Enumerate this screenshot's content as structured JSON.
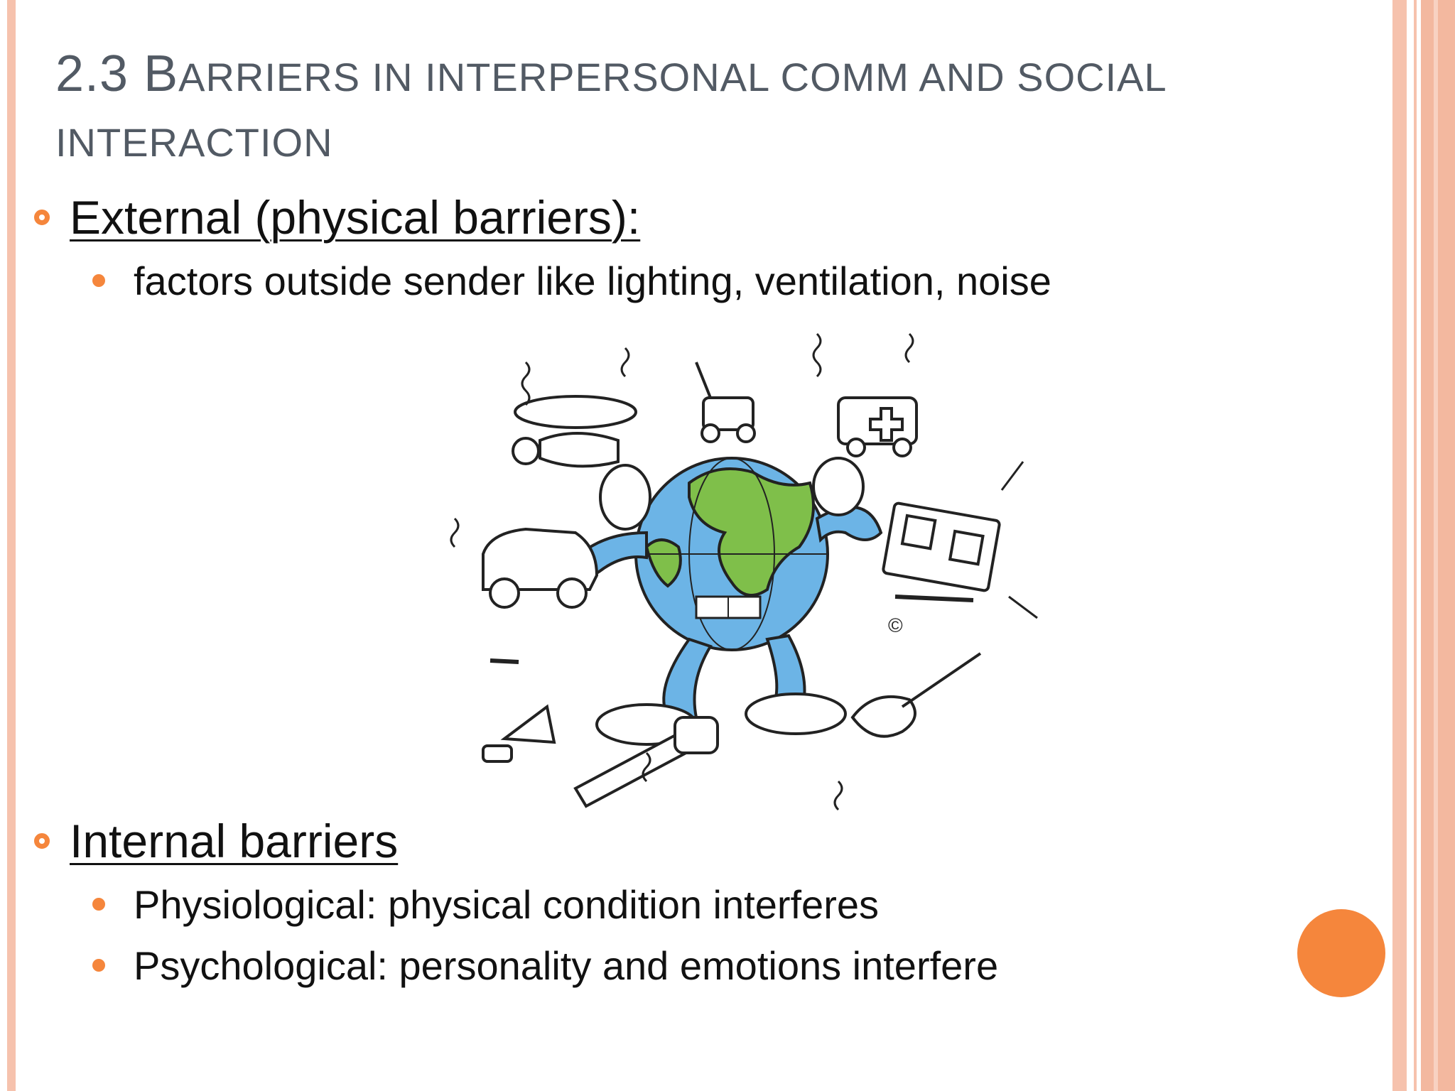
{
  "title": {
    "prefix": "2.3 ",
    "first_letter": "B",
    "rest": "arriers in interpersonal comm and social interaction"
  },
  "sections": [
    {
      "heading": "External (physical barriers):",
      "bullets": [
        "factors outside sender like lighting, ventilation, noise"
      ]
    },
    {
      "heading": "Internal barriers",
      "bullets": [
        "Physiological: physical condition interferes",
        "Psychological: personality and emotions interfere"
      ]
    }
  ],
  "illustration": {
    "copyright_mark": "©"
  },
  "colors": {
    "accent": "#f5863c",
    "border": "#f6c2ad",
    "title": "#525a64"
  }
}
